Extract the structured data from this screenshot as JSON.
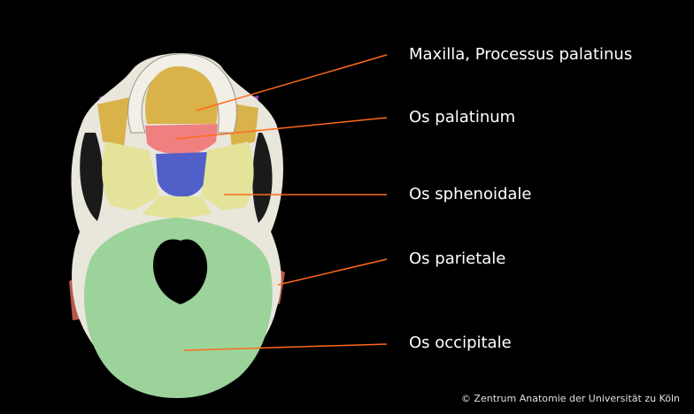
{
  "labels": {
    "maxilla": "Maxilla, Processus palatinus",
    "palatinum": "Os palatinum",
    "sphenoidale": "Os sphenoidale",
    "parietale": "Os parietale",
    "occipitale": "Os occipitale"
  },
  "copyright": "© Zentrum Anatomie der Universität zu Köln",
  "colors": {
    "background": "#000000",
    "leader_line": "#ff6a1a",
    "maxilla": "#d9b24a",
    "palatinum": "#f08080",
    "sphenoidale": "#e3e39a",
    "parietale": "#b55a4a",
    "occipitale": "#9bd39b",
    "vomer": "#5060c8",
    "zygomatic": "#a050c0",
    "bone": "#e9e6dc"
  }
}
